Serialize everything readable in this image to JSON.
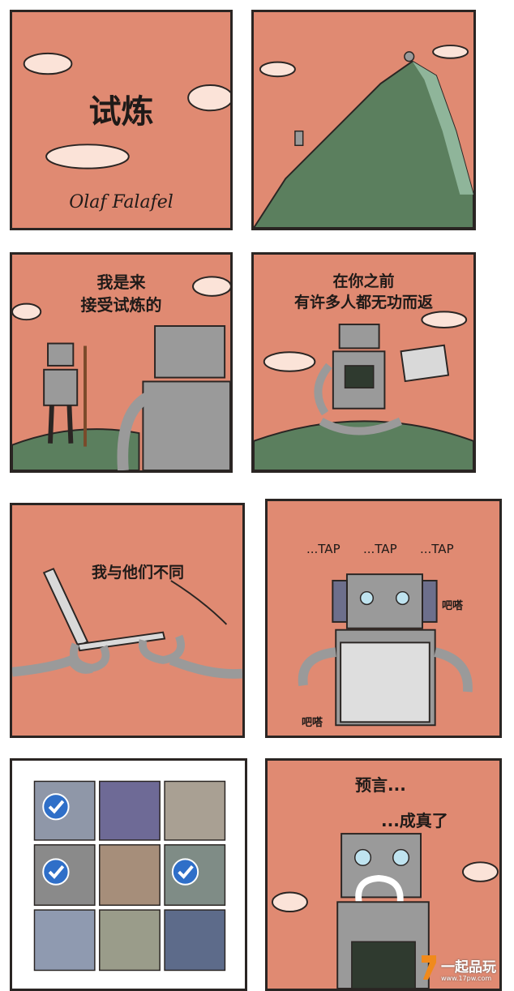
{
  "panels": {
    "p1": {
      "title": "试炼",
      "author": "Olaf Falafel"
    },
    "p3": {
      "line1": "我是来",
      "line2": "接受试炼的"
    },
    "p4": {
      "line1": "在你之前",
      "line2": "有许多人都无功而返"
    },
    "p5": {
      "speech": "我与他们不同"
    },
    "p6": {
      "tap1": "...TAP",
      "tap2": "...TAP",
      "tap3": "...TAP",
      "sfx1": "吧嗒",
      "sfx2": "吧嗒"
    },
    "p8": {
      "line1": "预言...",
      "line2": "...成真了"
    }
  },
  "watermark": {
    "brand": "一起品玩",
    "url": "www.17pw.com"
  },
  "colors": {
    "panel_bg": "#e08a72",
    "border": "#2a2523",
    "hill": "#5b7f5e",
    "robot": "#9a9a9a"
  }
}
